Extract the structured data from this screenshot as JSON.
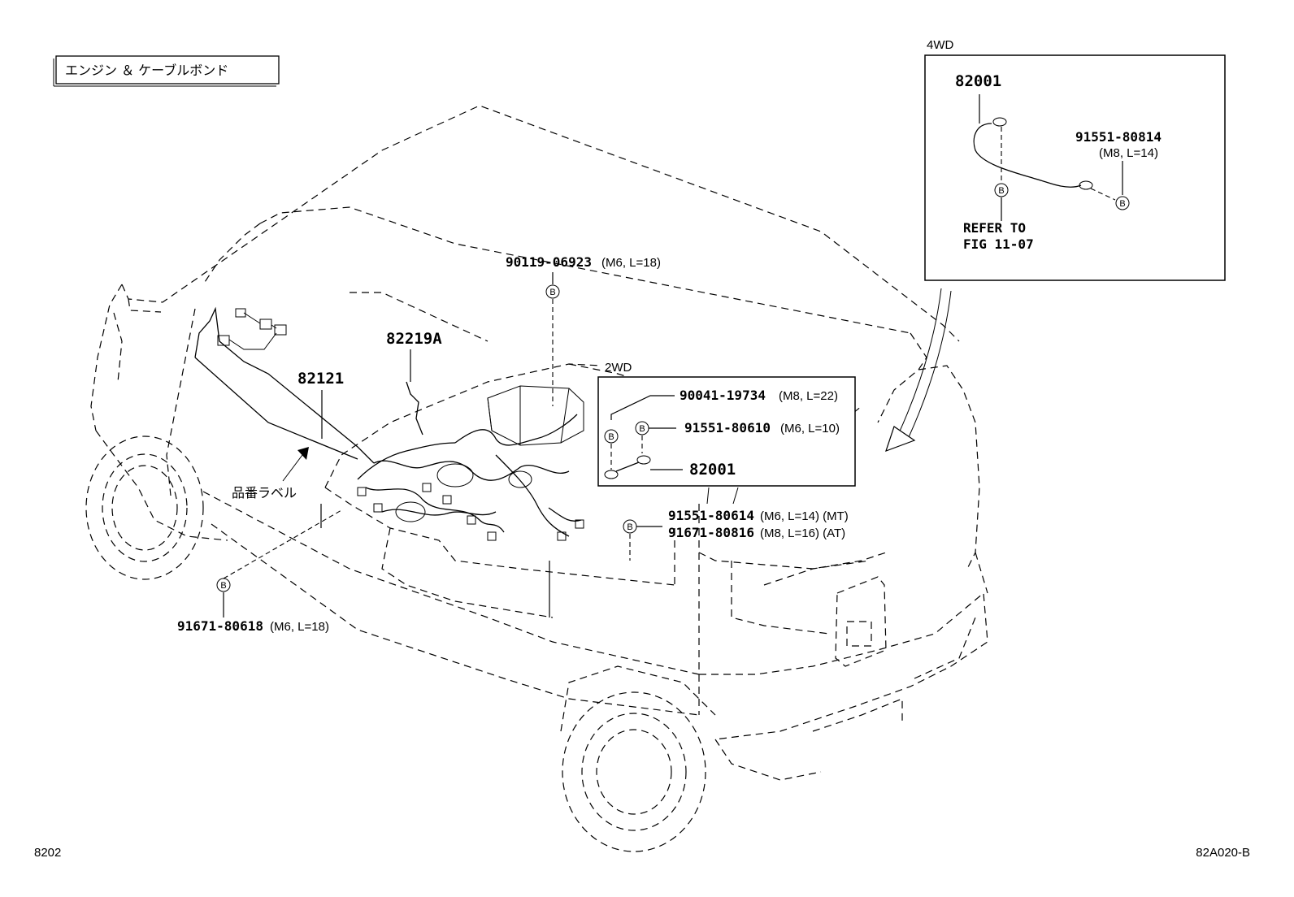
{
  "title_box": "エンジン ＆ ケーブルボンド",
  "box_4wd": {
    "label": "4WD",
    "part": "82001",
    "bolt": "91551-80814",
    "bolt_spec": "(M8, L=14)",
    "refer_line1": "REFER TO",
    "refer_line2": "FIG 11-07"
  },
  "box_2wd": {
    "label": "2WD",
    "bolt1": "90041-19734",
    "bolt1_spec": "(M8, L=22)",
    "bolt2": "91551-80610",
    "bolt2_spec": "(M6, L=10)",
    "part": "82001"
  },
  "callouts": {
    "bolt_top": "90119-06923",
    "bolt_top_spec": "(M6, L=18)",
    "part_82219a": "82219A",
    "part_82121": "82121",
    "label_tag": "品番ラベル",
    "bolt_mt": "91551-80614",
    "bolt_mt_spec": "(M6, L=14) (MT)",
    "bolt_at": "91671-80816",
    "bolt_at_spec": "(M8, L=16) (AT)",
    "bolt_bottom": "91671-80618",
    "bolt_bottom_spec": "(M6, L=18)"
  },
  "marker": "B",
  "footer": {
    "left": "8202",
    "right": "82A020-B"
  }
}
